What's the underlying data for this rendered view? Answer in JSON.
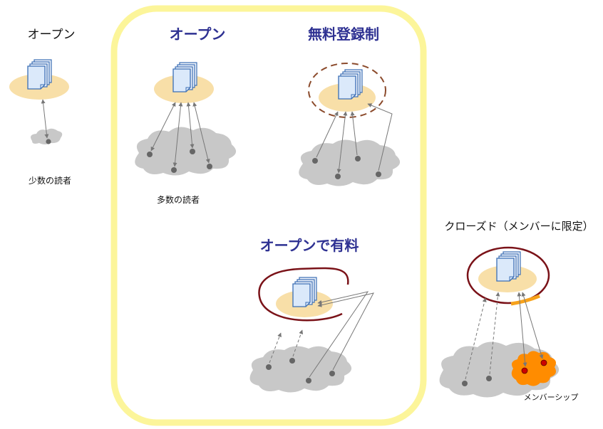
{
  "labels": {
    "left_title": "オープン",
    "left_caption": "少数の読者",
    "mid_title": "オープン",
    "mid_caption": "多数の読者",
    "reg_title": "無料登録制",
    "paid_title": "オープンで有料",
    "closed_title": "クローズド（メンバーに限定）",
    "closed_caption": "メンバーシップ"
  },
  "colors": {
    "highlight_frame": "#fcf59a",
    "title_blue": "#2e3192",
    "ellipse_fill": "#f8dfa8",
    "cloud_fill": "#c8c8c8",
    "ring_dark_red": "#7a1218",
    "dashed_ring": "#8b4a2b",
    "member_orange": "#ff8c00",
    "member_dot": "#cc0000",
    "gate_orange": "#f7a21b",
    "doc_blue": "#3b6eb5",
    "arrow_gray": "#777777"
  }
}
